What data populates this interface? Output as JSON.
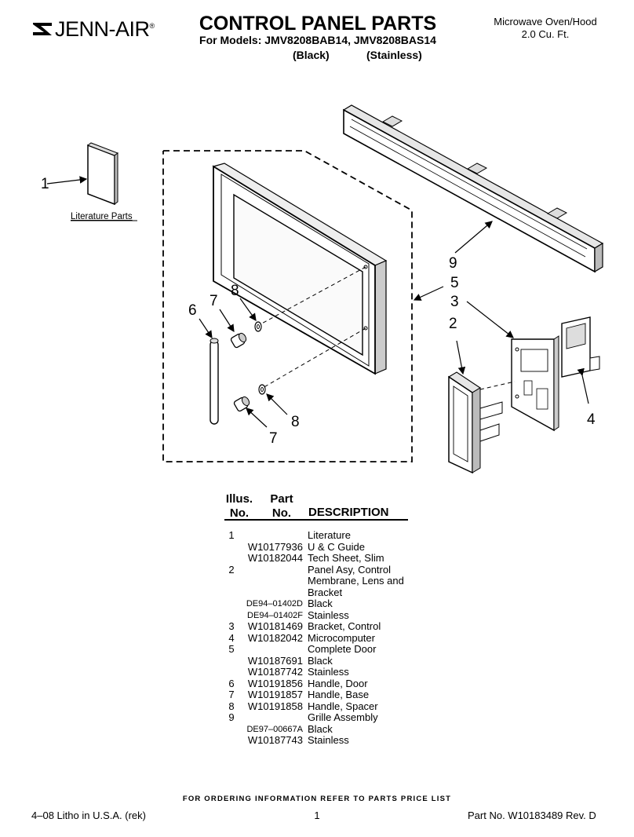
{
  "header": {
    "brand": "JENN-AIR",
    "brand_mark": "®",
    "title": "CONTROL PANEL PARTS",
    "models_line": "For Models: JMV8208BAB14, JMV8208BAS14",
    "finish_black": "(Black)",
    "finish_stainless": "(Stainless)",
    "product_line1": "Microwave Oven/Hood",
    "product_line2": "2.0 Cu. Ft."
  },
  "diagram": {
    "literature_label": "Literature Parts",
    "callouts": {
      "c1": "1",
      "c2": "2",
      "c3": "3",
      "c4": "4",
      "c5": "5",
      "c6": "6",
      "c7a": "7",
      "c7b": "7",
      "c8a": "8",
      "c8b": "8",
      "c9": "9"
    }
  },
  "table": {
    "headers": {
      "illus_line1": "Illus.",
      "illus_line2": "No.",
      "part_line1": "Part",
      "part_line2": "No.",
      "description": "DESCRIPTION"
    },
    "rows": [
      {
        "illus": "1",
        "part": "",
        "desc": "Literature"
      },
      {
        "illus": "",
        "part": "W10177936",
        "desc": "U & C Guide"
      },
      {
        "illus": "",
        "part": "W10182044",
        "desc": "Tech Sheet, Slim"
      },
      {
        "illus": "2",
        "part": "",
        "desc": "Panel Asy, Control"
      },
      {
        "illus": "",
        "part": "",
        "desc": "Membrane, Lens and"
      },
      {
        "illus": "",
        "part": "",
        "desc": "Bracket"
      },
      {
        "illus": "",
        "part": "DE94–01402D",
        "desc": "Black",
        "small": true
      },
      {
        "illus": "",
        "part": "DE94–01402F",
        "desc": "Stainless",
        "small": true
      },
      {
        "illus": "3",
        "part": "W10181469",
        "desc": "Bracket, Control"
      },
      {
        "illus": "4",
        "part": "W10182042",
        "desc": "Microcomputer"
      },
      {
        "illus": "5",
        "part": "",
        "desc": "Complete Door"
      },
      {
        "illus": "",
        "part": "W10187691",
        "desc": "Black"
      },
      {
        "illus": "",
        "part": "W10187742",
        "desc": "Stainless"
      },
      {
        "illus": "6",
        "part": "W10191856",
        "desc": "Handle, Door"
      },
      {
        "illus": "7",
        "part": "W10191857",
        "desc": "Handle, Base"
      },
      {
        "illus": "8",
        "part": "W10191858",
        "desc": "Handle, Spacer"
      },
      {
        "illus": "9",
        "part": "",
        "desc": "Grille Assembly"
      },
      {
        "illus": "",
        "part": "DE97–00667A",
        "desc": "Black",
        "small": true
      },
      {
        "illus": "",
        "part": "W10187743",
        "desc": "Stainless"
      }
    ]
  },
  "footer": {
    "ordering_note": "FOR ORDERING INFORMATION REFER TO PARTS PRICE LIST",
    "litho": "4–08 Litho in U.S.A. (rek)",
    "page": "1",
    "part_no": "Part No. W10183489 Rev. D"
  }
}
